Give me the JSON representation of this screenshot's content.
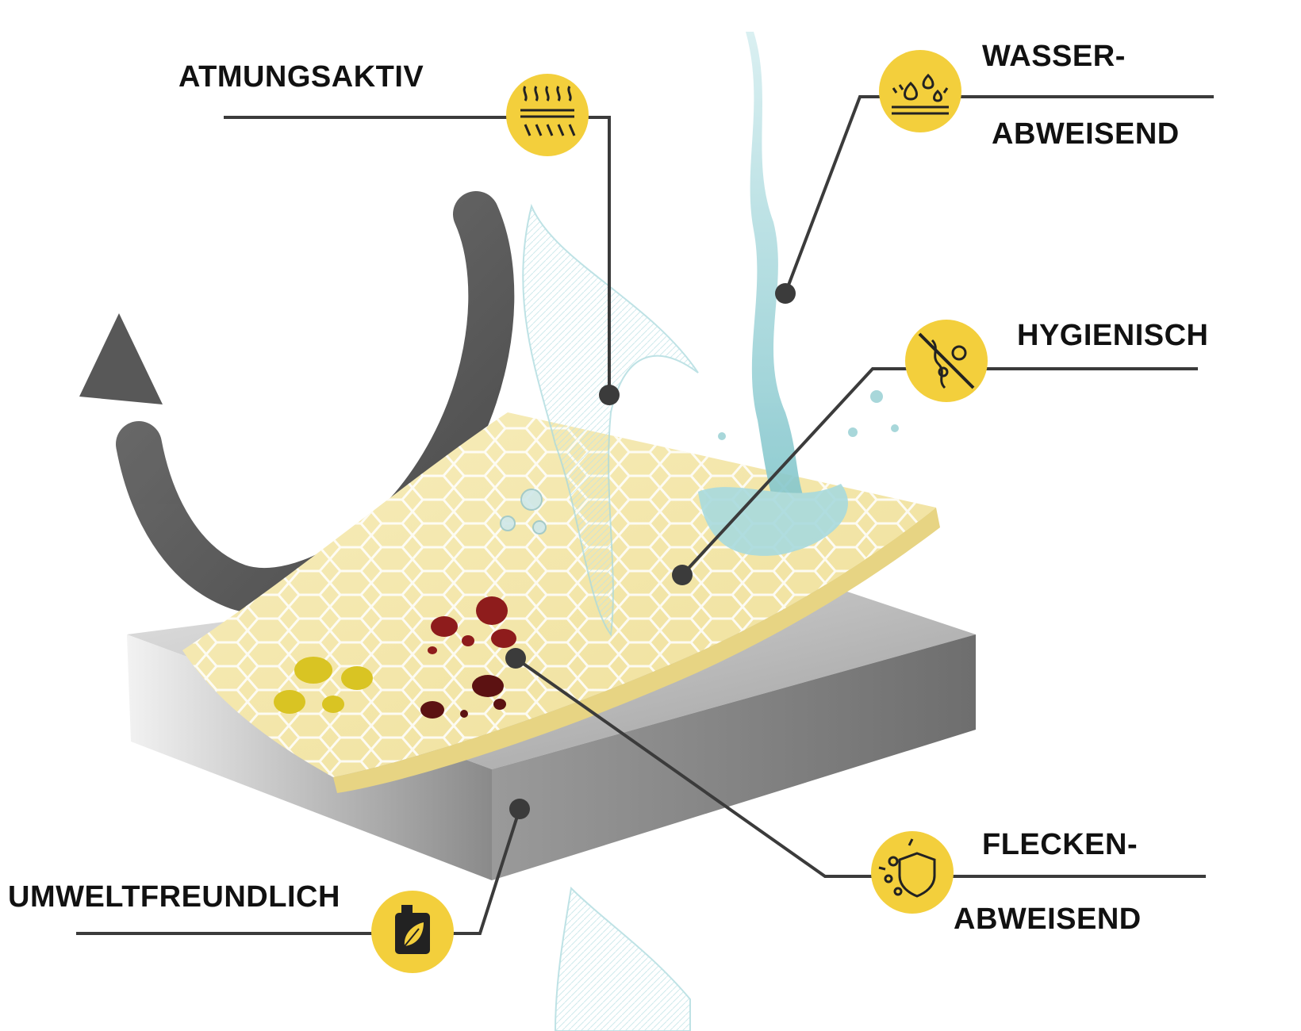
{
  "labels": {
    "atmungsaktiv": "ATMUNGSAKTIV",
    "wasser_line1": "WASSER-",
    "wasser_line2": "ABWEISEND",
    "hygienisch": "HYGIENISCH",
    "flecken_line1": "FLECKEN-",
    "flecken_line2": "ABWEISEND",
    "umweltfreundlich": "UMWELTFREUNDLICH"
  },
  "colors": {
    "icon_fill": "#f3cf3c",
    "leader_line": "#3b3b3b",
    "fabric_layer": "#f3e6a6",
    "base_layer": "#b9b9b9",
    "stain_red": "#8e1c1c",
    "stain_yellow": "#d9c423",
    "water": "#8fd1d6"
  },
  "icons": {
    "atmungsaktiv": "breathable-vapor-icon",
    "wasser": "water-repellent-droplets-icon",
    "hygienisch": "antibacterial-crossed-icon",
    "flecken": "stain-shield-icon",
    "umweltfreundlich": "eco-canister-leaf-icon"
  }
}
